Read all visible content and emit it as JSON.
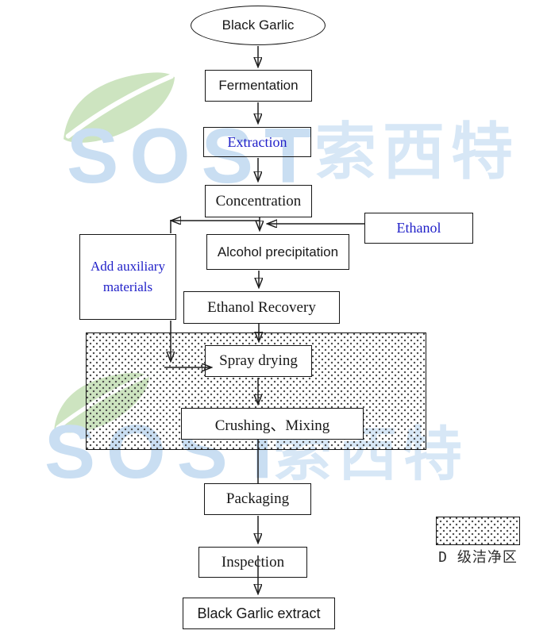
{
  "diagram": {
    "nodes": {
      "start": "Black Garlic",
      "fermentation": "Fermentation",
      "extraction": "Extraction",
      "concentration": "Concentration",
      "ethanol": "Ethanol",
      "alcohol_precipitation": "Alcohol precipitation",
      "add_auxiliary": "Add auxiliary materials",
      "ethanol_recovery": "Ethanol Recovery",
      "spray_drying": "Spray drying",
      "crushing_mixing": "Crushing、Mixing",
      "packaging": "Packaging",
      "inspection": "Inspection",
      "final": "Black Garlic extract"
    },
    "edges": [
      {
        "from": "Black Garlic",
        "to": "Fermentation"
      },
      {
        "from": "Fermentation",
        "to": "Extraction"
      },
      {
        "from": "Extraction",
        "to": "Concentration"
      },
      {
        "from": "Concentration",
        "to": "Alcohol precipitation"
      },
      {
        "from": "Concentration",
        "to": "Add auxiliary materials"
      },
      {
        "from": "Ethanol",
        "to": "Alcohol precipitation"
      },
      {
        "from": "Alcohol precipitation",
        "to": "Ethanol Recovery"
      },
      {
        "from": "Ethanol Recovery",
        "to": "Spray drying"
      },
      {
        "from": "Add auxiliary materials",
        "to": "Spray drying"
      },
      {
        "from": "Spray drying",
        "to": "Crushing、Mixing"
      },
      {
        "from": "Crushing、Mixing",
        "to": "Packaging"
      },
      {
        "from": "Packaging",
        "to": "Inspection"
      },
      {
        "from": "Inspection",
        "to": "Black Garlic extract"
      }
    ],
    "clean_area_label": "D 级洁净区"
  },
  "watermark": {
    "brand": "SOST",
    "brand_cjk": "索西特"
  },
  "colors": {
    "blue_step_text": "#1f1fc8",
    "watermark_blue": "#c9def2",
    "watermark_cjk_blue": "#d7e7f6",
    "watermark_leaf_green": "#cde4c0",
    "line_black": "#1c1c1c"
  }
}
